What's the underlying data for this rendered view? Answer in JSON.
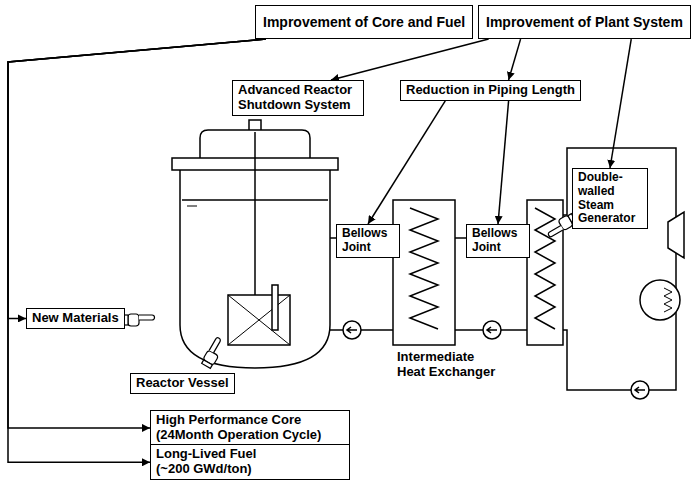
{
  "diagram": {
    "nodes": [
      {
        "text": [
          "Improvement of Core and Fuel"
        ]
      },
      {
        "text": [
          "Improvement of Plant System"
        ]
      },
      {
        "text": [
          "Advanced Reactor Shutdown System"
        ]
      },
      {
        "text": [
          "Reduction in Piping Length"
        ]
      },
      {
        "text": [
          "Bellows Joint"
        ]
      },
      {
        "text": [
          "Bellows Joint"
        ]
      },
      {
        "text": [
          "Double-walled Steam Generator"
        ]
      },
      {
        "text": [
          "New Materials"
        ]
      },
      {
        "text": [
          "Reactor Vessel"
        ]
      },
      {
        "text": [
          "High Performance Core (24Month Operation Cycle)"
        ]
      },
      {
        "text": [
          "Long-Lived Fuel (~200 GWd/ton)"
        ]
      }
    ],
    "edges": [
      {
        "from": 1,
        "to": 2,
        "arrow": "to"
      },
      {
        "from": 1,
        "to": 3,
        "arrow": "to"
      },
      {
        "from": 1,
        "to": 6,
        "arrow": "to"
      },
      {
        "from": 3,
        "to": 4,
        "arrow": "to"
      },
      {
        "from": 3,
        "to": 5,
        "arrow": "to"
      },
      {
        "from": 0,
        "to": 7,
        "arrow": "to"
      },
      {
        "from": 0,
        "to": 9,
        "arrow": "to"
      },
      {
        "from": 0,
        "to": 10,
        "arrow": "to"
      }
    ],
    "labels": [
      "Intermediate Heat Exchanger"
    ]
  }
}
